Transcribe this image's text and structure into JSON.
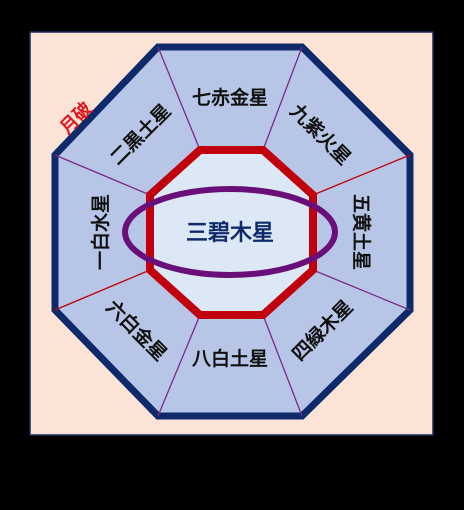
{
  "diagram": {
    "center": {
      "label": "三碧木星"
    },
    "segments": {
      "top": "七赤金星",
      "top_right": "九紫火星",
      "right": "五黄土星",
      "bottom_right": "四緑木星",
      "bottom": "八白土星",
      "bottom_left": "六白金星",
      "left": "一白水星",
      "top_left": "二黒土星"
    },
    "annotation": {
      "label": "月破",
      "position": "top-left"
    }
  },
  "colors": {
    "background": "#000000",
    "panel": "#fbe4d6",
    "outer_fill": "#b7c6e6",
    "outer_border": "#0f2a6b",
    "inner_fill": "#dde8f6",
    "inner_border": "#c0000c",
    "ellipse": "#6a0f7a",
    "accent_red": "#e3141b"
  }
}
